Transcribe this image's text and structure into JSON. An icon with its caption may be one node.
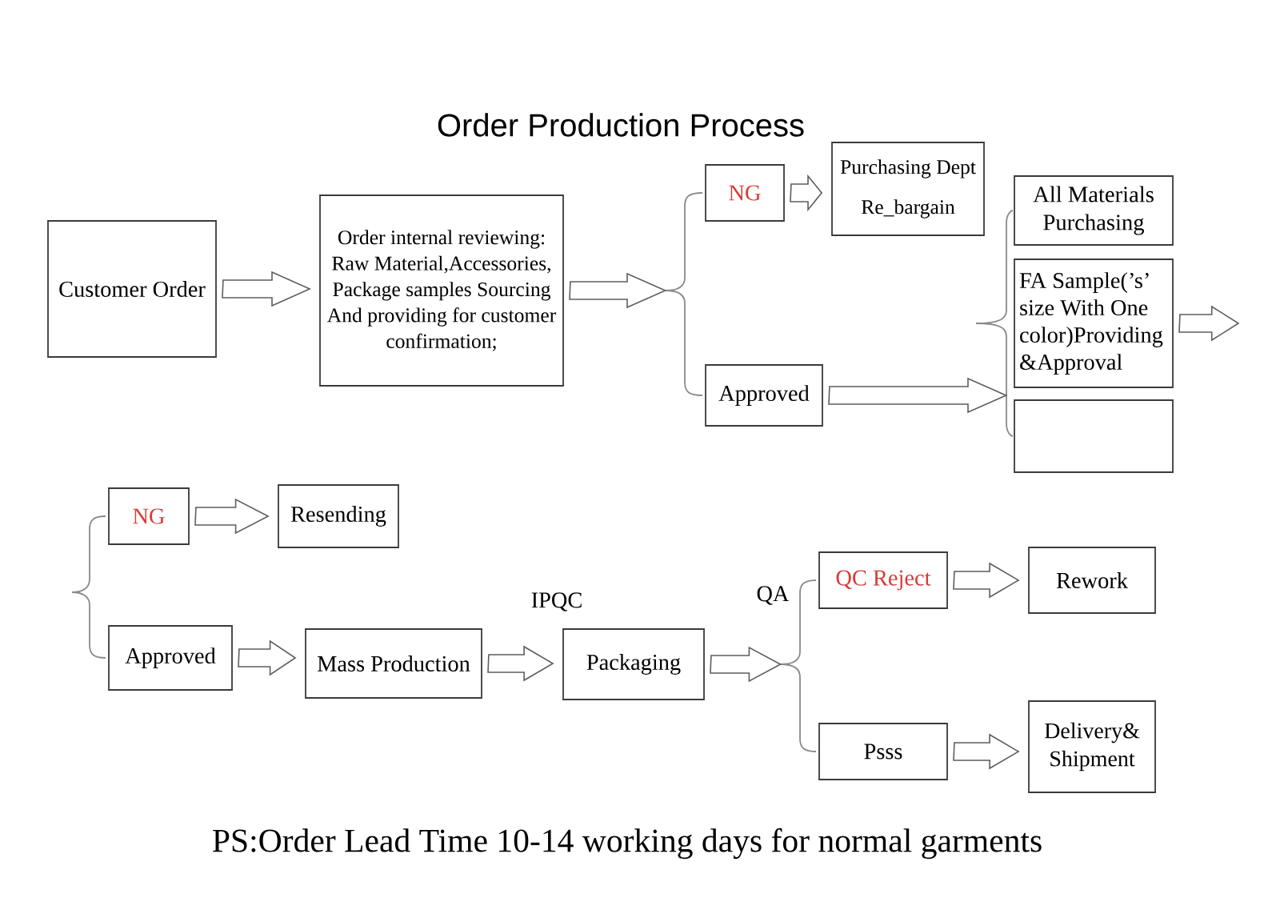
{
  "diagram": {
    "title": "Order Production Process",
    "nodes": [
      {
        "text": [
          "Customer Order"
        ]
      },
      {
        "text": [
          "Order internal reviewing: Raw Material,Accessories, Package samples Sourcing And providing for customer confirmation;"
        ]
      },
      {
        "text": [],
        "shape": "brace"
      },
      {
        "text": [
          "NG"
        ]
      },
      {
        "text": [
          "Purchasing Dept Re_bargain"
        ]
      },
      {
        "text": [
          "Approved"
        ]
      },
      {
        "text": [],
        "shape": "brace"
      },
      {
        "text": [
          "All Materials Purchasing"
        ]
      },
      {
        "text": [
          "FA Sample(’s’ size With One color)Providing &Approval"
        ]
      },
      {
        "text": [],
        "shape": "box"
      },
      {
        "text": [],
        "shape": "brace"
      },
      {
        "text": [
          "NG"
        ]
      },
      {
        "text": [
          "Resending"
        ]
      },
      {
        "text": [
          "Approved"
        ]
      },
      {
        "text": [
          "Mass Production"
        ]
      },
      {
        "text": [
          "Packaging"
        ]
      },
      {
        "text": [],
        "shape": "brace"
      },
      {
        "text": [
          "QC Reject"
        ]
      },
      {
        "text": [
          "Rework"
        ]
      },
      {
        "text": [
          "Psss"
        ]
      },
      {
        "text": [
          "Delivery& Shipment"
        ]
      }
    ],
    "edges": [
      {
        "from": 0,
        "to": 1,
        "arrow": "to"
      },
      {
        "from": 1,
        "to": 2,
        "arrow": "to"
      },
      {
        "from": 3,
        "to": 4,
        "arrow": "to"
      },
      {
        "from": 5,
        "to": 6,
        "arrow": "to"
      },
      {
        "from": 8,
        "to": null,
        "arrow": "to"
      },
      {
        "from": 11,
        "to": 12,
        "arrow": "to"
      },
      {
        "from": 13,
        "to": 14,
        "arrow": "to"
      },
      {
        "from": 14,
        "to": 15,
        "arrow": "to",
        "label": "IPQC"
      },
      {
        "from": 15,
        "to": 16,
        "arrow": "to",
        "label": "QA"
      },
      {
        "from": 17,
        "to": 18,
        "arrow": "to"
      },
      {
        "from": 19,
        "to": 20,
        "arrow": "to"
      }
    ],
    "labels": [
      "PS:Order Lead Time 10-14 working days for normal garments"
    ]
  }
}
